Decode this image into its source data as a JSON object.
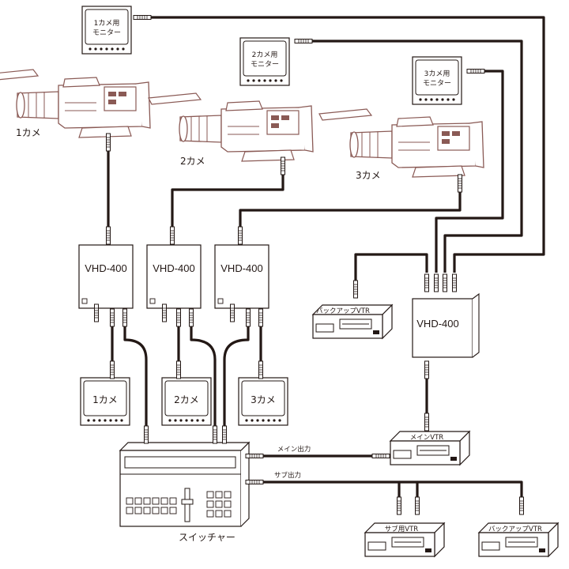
{
  "cameras": [
    {
      "label": "1カメ",
      "monitor_line1": "1カメ用",
      "monitor_line2": "モニター"
    },
    {
      "label": "2カメ",
      "monitor_line1": "2カメ用",
      "monitor_line2": "モニター"
    },
    {
      "label": "3カメ",
      "monitor_line1": "3カメ用",
      "monitor_line2": "モニター"
    }
  ],
  "converters": [
    {
      "label": "VHD-400"
    },
    {
      "label": "VHD-400"
    },
    {
      "label": "VHD-400"
    },
    {
      "label": "VHD-400"
    }
  ],
  "preview_monitors": [
    {
      "label": "1カメ"
    },
    {
      "label": "2カメ"
    },
    {
      "label": "3カメ"
    }
  ],
  "switcher": {
    "label": "スイッチャー",
    "main_out": "メイン出力",
    "sub_out": "サブ出力"
  },
  "vtrs": [
    {
      "label": "バックアップVTR"
    },
    {
      "label": "メインVTR"
    },
    {
      "label": "サブ用VTR"
    },
    {
      "label": "バックアップVTR"
    }
  ],
  "colors": {
    "line": "#231815",
    "camera": "#8a5a55",
    "background": "#ffffff"
  }
}
